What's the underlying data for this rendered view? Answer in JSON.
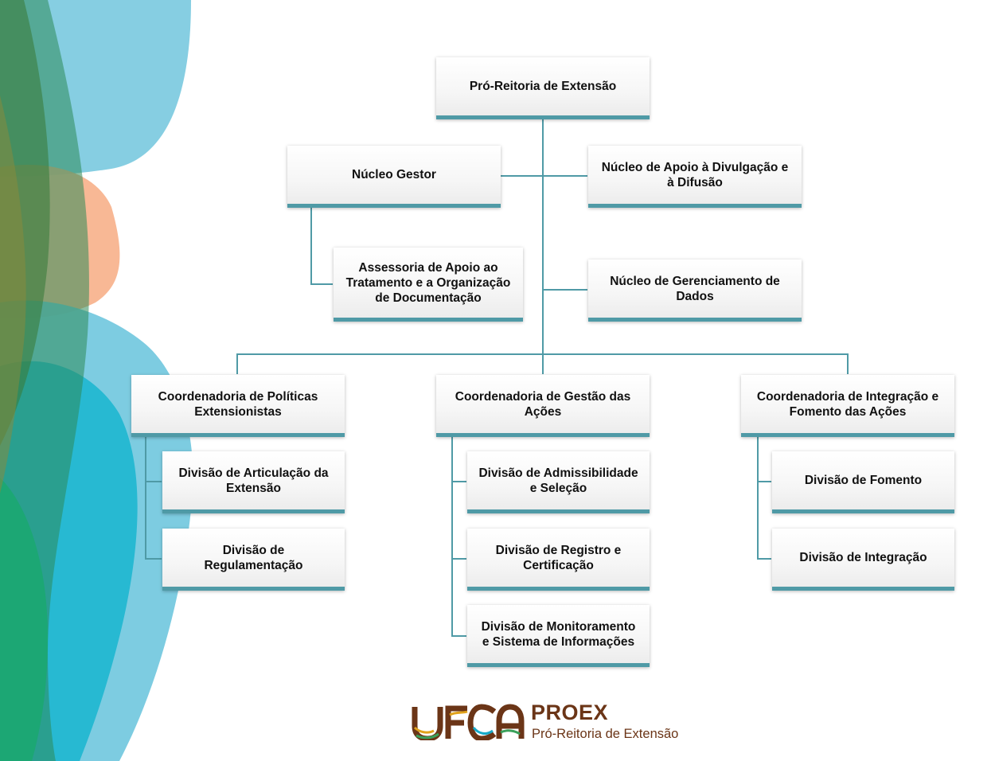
{
  "colors": {
    "connector": "#4f9aa6",
    "box_accent": "#4f9aa6",
    "logo_brown": "#6b3517"
  },
  "org": {
    "root": "Pró-Reitoria de Extensão",
    "nucleo_gestor": "Núcleo Gestor",
    "nucleo_apoio": "Núcleo de Apoio à Divulgação e à Difusão",
    "assessoria": "Assessoria de Apoio ao Tratamento e a Organização de Documentação",
    "nucleo_dados": "Núcleo de Gerenciamento de Dados",
    "coord_politicas": {
      "title": "Coordenadoria de Políticas Extensionistas",
      "divisions": [
        "Divisão de Articulação da Extensão",
        "Divisão de Regulamentação"
      ]
    },
    "coord_gestao": {
      "title": "Coordenadoria de Gestão das Ações",
      "divisions": [
        "Divisão de Admissibilidade e Seleção",
        "Divisão de Registro e Certificação",
        "Divisão de Monitoramento e Sistema de Informações"
      ]
    },
    "coord_integracao": {
      "title": "Coordenadoria de Integração e Fomento das Ações",
      "divisions": [
        "Divisão de Fomento",
        "Divisão de Integração"
      ]
    }
  },
  "logo": {
    "wordmark": "UFCA",
    "title": "PROEX",
    "subtitle": "Pró-Reitoria de Extensão"
  }
}
